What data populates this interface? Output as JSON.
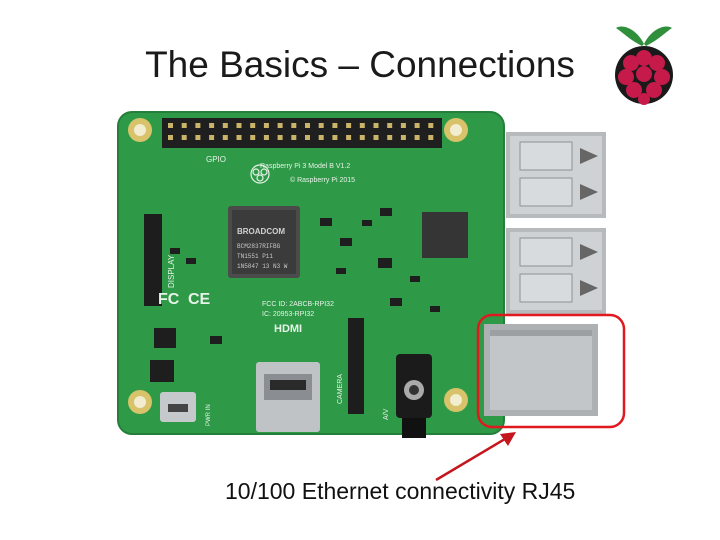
{
  "slide": {
    "title": "The Basics – Connections",
    "caption": "10/100 Ethernet connectivity RJ45"
  },
  "board": {
    "labels": {
      "model": "Raspberry Pi 3 Model B V1.2",
      "copyright": "© Raspberry Pi 2015",
      "gpio": "GPIO",
      "soc": "BROADCOM",
      "chip1": "BCM2837RIFBG",
      "chip2": "TN1551 P11",
      "chip3": "1N5847 13 N3 W",
      "fcc": "FCC ID: 2ABCB-RPI32",
      "ic": "IC: 20953-RPI32",
      "hdmi": "HDMI",
      "display": "DISPLAY",
      "camera": "CAMERA",
      "av": "A/V",
      "pwr": "PWR IN"
    }
  },
  "colors": {
    "board_green": "#2e9a48",
    "highlight": "#e0191e",
    "arrow": "#c4161c",
    "logo_red": "#c51a4a",
    "logo_leaf": "#2f8f3a"
  },
  "icons": [
    "raspberry-logo-icon",
    "arrow-icon"
  ]
}
